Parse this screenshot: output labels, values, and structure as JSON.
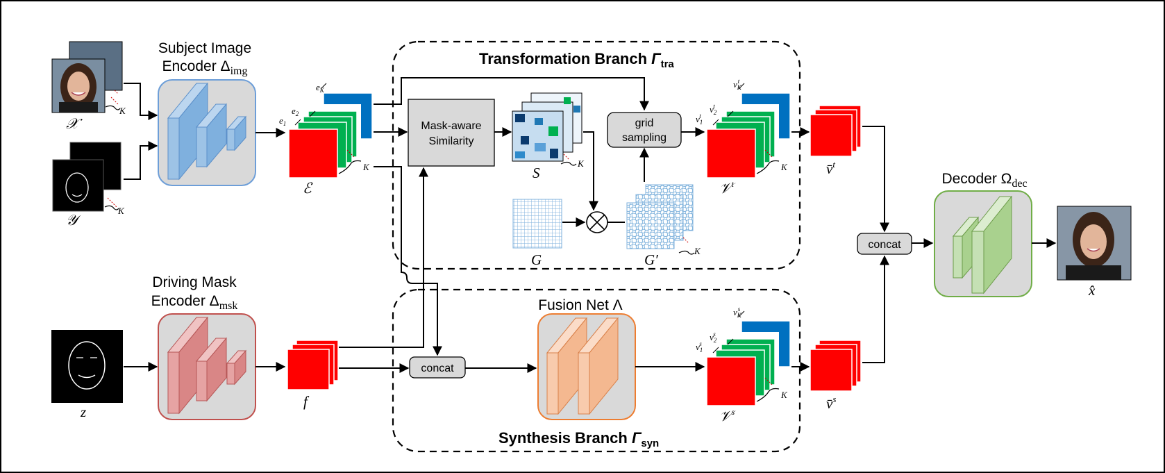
{
  "encoders": {
    "subject_title_1": "Subject Image",
    "subject_title_2": "Encoder Δ",
    "subject_sub": "img",
    "driving_title_1": "Driving Mask",
    "driving_title_2": "Encoder Δ",
    "driving_sub": "msk",
    "decoder_title": "Decoder Ω",
    "decoder_sub": "dec",
    "fusion_title": "Fusion Net Λ"
  },
  "branches": {
    "transformation": "Transformation Branch ",
    "transformation_symbol": "Γ",
    "transformation_sub": "tra",
    "synthesis": "Synthesis Branch ",
    "synthesis_symbol": "Γ",
    "synthesis_sub": "syn"
  },
  "boxes": {
    "similarity_1": "Mask-aware",
    "similarity_2": "Similarity",
    "grid_1": "grid",
    "grid_2": "sampling",
    "concat_fusion": "concat",
    "concat_decoder": "concat"
  },
  "symbols": {
    "X": "𝒳",
    "Y": "𝒴",
    "z": "z",
    "E": "ℰ",
    "f": "f",
    "S": "S",
    "G": "G",
    "G_prime": "G′",
    "V_t": "𝒱",
    "V_t_sup": "t",
    "V_s": "𝒱",
    "V_s_sup": "s",
    "v_bar_t": "v̄",
    "v_bar_t_sup": "t",
    "v_bar_s": "v̄",
    "v_bar_s_sup": "s",
    "x_hat": "x̂",
    "K": "K",
    "e1": "e",
    "e1_sub": "1",
    "e2": "e",
    "e2_sub": "2",
    "eK": "e",
    "eK_sub": "K",
    "v1t": "v",
    "v1t_sub": "1",
    "v1t_sup": "t",
    "v2t": "v",
    "v2t_sub": "2",
    "v2t_sup": "t",
    "vKt": "v",
    "vKt_sub": "K",
    "vKt_sup": "t",
    "v1s": "v",
    "v1s_sub": "1",
    "v1s_sup": "s",
    "v2s": "v",
    "v2s_sub": "2",
    "v2s_sup": "s",
    "vKs": "v",
    "vKs_sub": "K",
    "vKs_sup": "s"
  },
  "colors": {
    "encoder_img_bg": "#d9d9d9",
    "encoder_img_border": "#6d9ed8",
    "encoder_img_block": "#9dc3e6",
    "encoder_msk_border": "#c0504d",
    "encoder_msk_block": "#e6a3a3",
    "fusion_border": "#ed7d31",
    "fusion_block": "#f8cbad",
    "decoder_border": "#70ad47",
    "decoder_block": "#c5e0b4",
    "feature_red": "#ff0000",
    "feature_green": "#00b050",
    "feature_blue": "#0070c0"
  }
}
